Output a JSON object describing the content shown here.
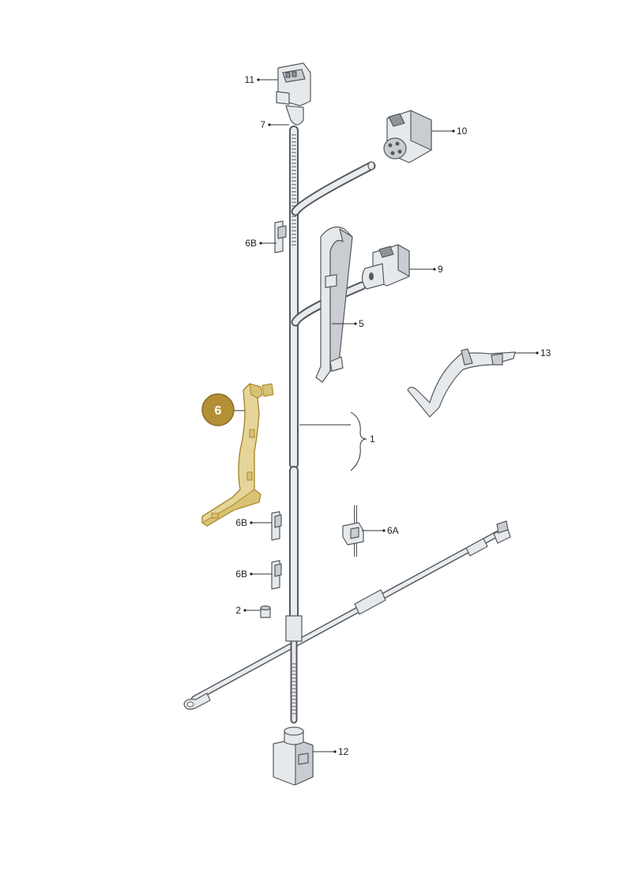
{
  "badge": {
    "label": "6",
    "color": "#b38f36"
  },
  "callouts": {
    "c11": "11",
    "c7": "7",
    "c10": "10",
    "c6b_top": "6B",
    "c9": "9",
    "c5": "5",
    "c13": "13",
    "c1": "1",
    "c6b_mid": "6B",
    "c6a": "6A",
    "c6b_low": "6B",
    "c2": "2",
    "c12": "12"
  },
  "colors": {
    "highlight": "#e6d59a",
    "highlight_outline": "#a9882b",
    "part": "#e6e9ec",
    "outline": "#55595e"
  }
}
